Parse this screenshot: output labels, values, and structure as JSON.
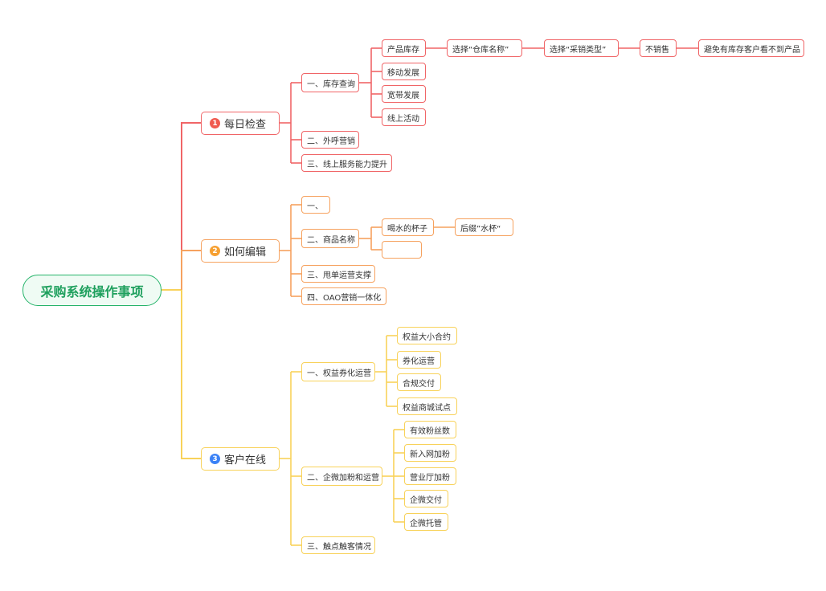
{
  "root": {
    "label": "采购系统操作事项",
    "color": "#27b46b"
  },
  "colors": {
    "red": "#f06567",
    "orange": "#f6a25f",
    "yellow": "#f8d25a",
    "num1": "#f05a4f",
    "num2": "#f6a032",
    "num3": "#3b82f6"
  },
  "branch1": {
    "number": "1",
    "label": "每日检查",
    "c1": {
      "label": "一、库存查询",
      "g1": "产品库存",
      "g1a": "选择“仓库名称”",
      "g1b": "选择“采销类型”",
      "g1c": "不销售",
      "g1d": "避免有库存客户看不到产品",
      "g2": "移动发展",
      "g3": "宽带发展",
      "g4": "线上活动"
    },
    "c2": "二、外呼营销",
    "c3": "三、线上服务能力提升"
  },
  "branch2": {
    "number": "2",
    "label": "如何编辑",
    "c1": "一、",
    "c2": {
      "label": "二、商品名称",
      "g1": "喝水的杯子",
      "g1a": "后缀”水杯“",
      "g2": ""
    },
    "c3": "三、甩单运营支撑",
    "c4": "四、OAO营销一体化"
  },
  "branch3": {
    "number": "3",
    "label": "客户在线",
    "c1": {
      "label": "一、权益券化运营",
      "g1": "权益大小合约",
      "g2": "券化运营",
      "g3": "合规交付",
      "g4": "权益商城试点"
    },
    "c2": {
      "label": "二、企微加粉和运营",
      "g1": "有效粉丝数",
      "g2": "新入网加粉",
      "g3": "营业厅加粉",
      "g4": "企微交付",
      "g5": "企微托管"
    },
    "c3": "三、触点触客情况"
  }
}
